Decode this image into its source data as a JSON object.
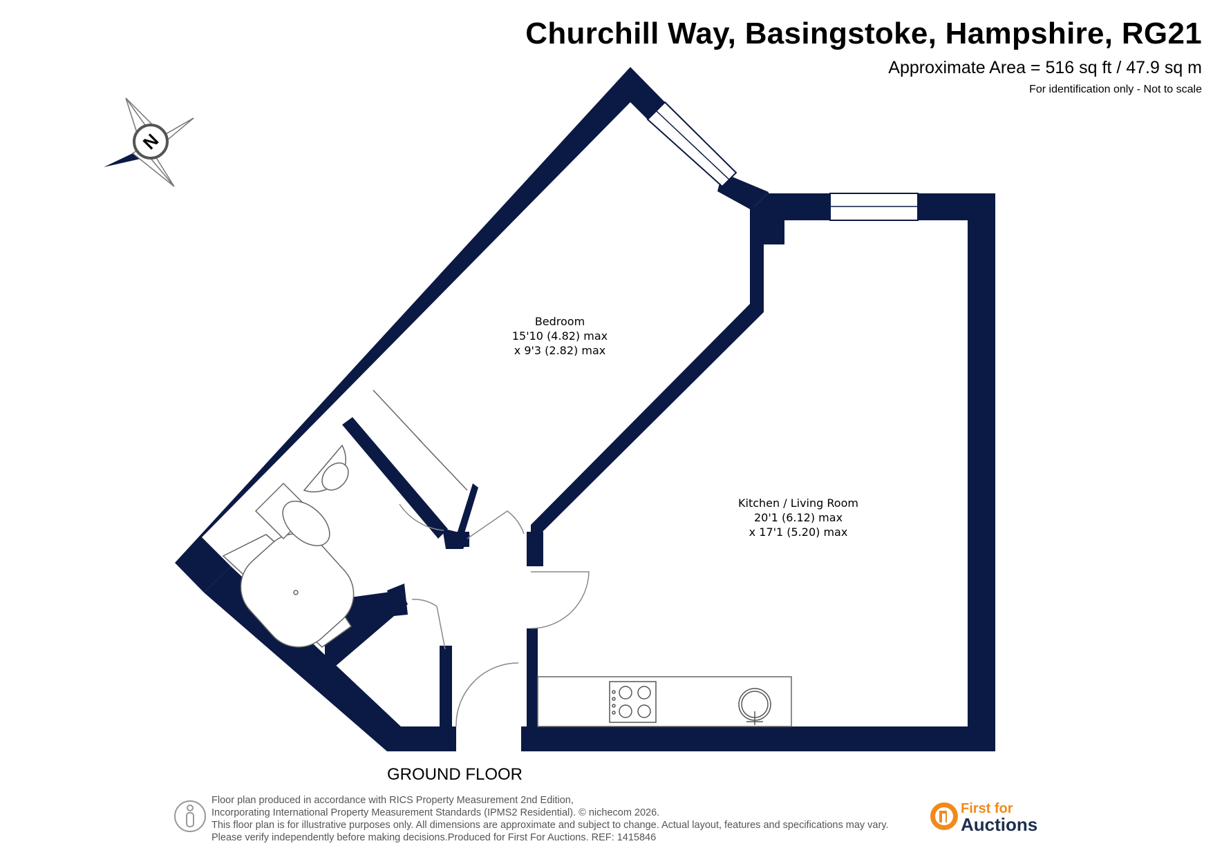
{
  "header": {
    "title": "Churchill Way, Basingstoke, Hampshire, RG21",
    "area": "Approximate Area = 516 sq ft / 47.9 sq m",
    "note": "For identification only - Not to scale"
  },
  "compass": {
    "label": "N",
    "icon": "compass-icon"
  },
  "rooms": {
    "bedroom": {
      "name": "Bedroom",
      "dim1": "15'10 (4.82) max",
      "dim2": "x 9'3 (2.82) max"
    },
    "kitchen": {
      "name": "Kitchen / Living Room",
      "dim1": "20'1 (6.12) max",
      "dim2": "x 17'1 (5.20) max"
    }
  },
  "floor_label": "GROUND FLOOR",
  "footer": {
    "line1": "Floor plan produced in accordance with RICS Property Measurement 2nd Edition,",
    "line2": "Incorporating International Property Measurement Standards (IPMS2 Residential).   © nichecom 2026.",
    "line3": "This floor plan is for illustrative purposes only. All dimensions are approximate and subject to change. Actual layout, features and specifications may vary.",
    "line4": "Please verify independently before making decisions.Produced for First For Auctions.   REF:  1415846"
  },
  "logo": {
    "line1": "First for",
    "line2": "Auctions"
  },
  "colors": {
    "wall": "#0b1a44",
    "logo_orange": "#f08a1c",
    "logo_navy": "#1e2f4d"
  }
}
